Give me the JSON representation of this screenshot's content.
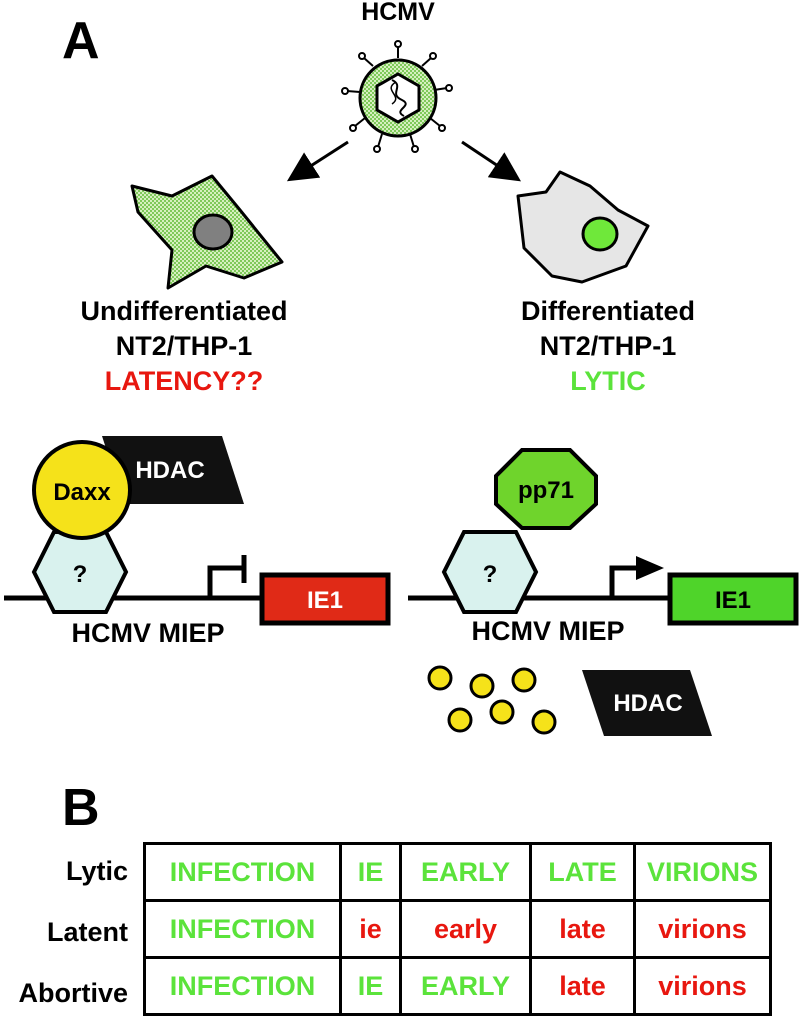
{
  "panel_a": {
    "label": "A",
    "virus_label": "HCMV",
    "left_cell": {
      "line1": "Undifferentiated",
      "line2": "NT2/THP-1",
      "outcome": "LATENCY??"
    },
    "right_cell": {
      "line1": "Differentiated",
      "line2": "NT2/THP-1",
      "outcome": "LYTIC"
    },
    "left_promoter": {
      "hdac": "HDAC",
      "daxx": "Daxx",
      "unknown": "?",
      "gene": "IE1",
      "promoter_label": "HCMV MIEP"
    },
    "right_promoter": {
      "pp71": "pp71",
      "unknown": "?",
      "gene": "IE1",
      "promoter_label": "HCMV MIEP",
      "hdac": "HDAC"
    }
  },
  "panel_b": {
    "label": "B",
    "rows": [
      {
        "label": "Lytic",
        "cells": [
          {
            "text": "INFECTION",
            "state": "on"
          },
          {
            "text": "IE",
            "state": "on"
          },
          {
            "text": "EARLY",
            "state": "on"
          },
          {
            "text": "LATE",
            "state": "on"
          },
          {
            "text": "VIRIONS",
            "state": "on"
          }
        ]
      },
      {
        "label": "Latent",
        "cells": [
          {
            "text": "INFECTION",
            "state": "on"
          },
          {
            "text": "ie",
            "state": "off"
          },
          {
            "text": "early",
            "state": "off"
          },
          {
            "text": "late",
            "state": "off"
          },
          {
            "text": "virions",
            "state": "off"
          }
        ]
      },
      {
        "label": "Abortive",
        "cells": [
          {
            "text": "INFECTION",
            "state": "on"
          },
          {
            "text": "IE",
            "state": "on"
          },
          {
            "text": "EARLY",
            "state": "on"
          },
          {
            "text": "late",
            "state": "off"
          },
          {
            "text": "virions",
            "state": "off"
          }
        ]
      }
    ]
  },
  "colors": {
    "on": "#5be33b",
    "off": "#e8170f",
    "daxx": "#f5e21a",
    "hexagon": "#d9f2ee",
    "pp71": "#6fd42c",
    "ie1_off": "#e02a17",
    "ie1_on": "#4fd42a",
    "hdac": "#111111",
    "nucleus_grey": "#808080",
    "nucleus_green": "#6fe83a",
    "cell_grey": "#e6e6e6"
  }
}
